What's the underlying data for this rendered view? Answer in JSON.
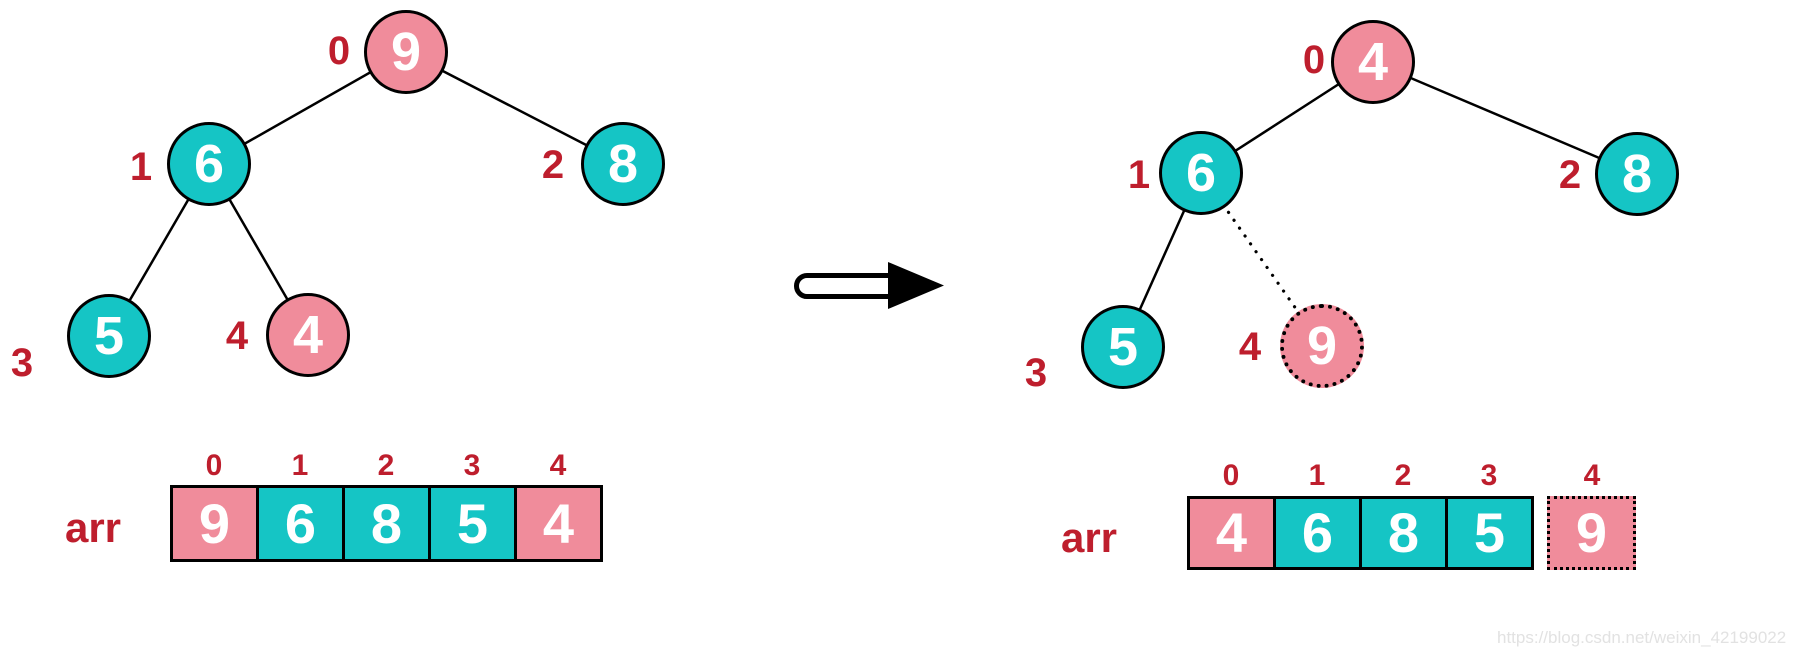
{
  "colors": {
    "node_pink": "#f08c9b",
    "node_teal": "#15c5c5",
    "index_red": "#be1e2d",
    "node_text": "#ffffff",
    "outline_black": "#000000",
    "watermark_gray": "#e2e2e2"
  },
  "icons": {
    "swap_arrow": "right-arrow-icon"
  },
  "left": {
    "tree": {
      "nodes": [
        {
          "index": "0",
          "value": "9",
          "color": "pink",
          "style": "solid"
        },
        {
          "index": "1",
          "value": "6",
          "color": "teal",
          "style": "solid"
        },
        {
          "index": "2",
          "value": "8",
          "color": "teal",
          "style": "solid"
        },
        {
          "index": "3",
          "value": "5",
          "color": "teal",
          "style": "solid"
        },
        {
          "index": "4",
          "value": "4",
          "color": "pink",
          "style": "solid"
        }
      ]
    },
    "array": {
      "label": "arr",
      "index_labels": [
        "0",
        "1",
        "2",
        "3",
        "4"
      ],
      "cells": [
        {
          "value": "9",
          "color": "pink",
          "style": "solid"
        },
        {
          "value": "6",
          "color": "teal",
          "style": "solid"
        },
        {
          "value": "8",
          "color": "teal",
          "style": "solid"
        },
        {
          "value": "5",
          "color": "teal",
          "style": "solid"
        },
        {
          "value": "4",
          "color": "pink",
          "style": "solid"
        }
      ]
    }
  },
  "right": {
    "tree": {
      "nodes": [
        {
          "index": "0",
          "value": "4",
          "color": "pink",
          "style": "solid"
        },
        {
          "index": "1",
          "value": "6",
          "color": "teal",
          "style": "solid"
        },
        {
          "index": "2",
          "value": "8",
          "color": "teal",
          "style": "solid"
        },
        {
          "index": "3",
          "value": "5",
          "color": "teal",
          "style": "solid"
        },
        {
          "index": "4",
          "value": "9",
          "color": "pink",
          "style": "dotted"
        }
      ]
    },
    "array": {
      "label": "arr",
      "index_labels": [
        "0",
        "1",
        "2",
        "3",
        "4"
      ],
      "cells": [
        {
          "value": "4",
          "color": "pink",
          "style": "solid"
        },
        {
          "value": "6",
          "color": "teal",
          "style": "solid"
        },
        {
          "value": "8",
          "color": "teal",
          "style": "solid"
        },
        {
          "value": "5",
          "color": "teal",
          "style": "solid"
        },
        {
          "value": "9",
          "color": "pink",
          "style": "dotted"
        }
      ]
    }
  },
  "watermark": "https://blog.csdn.net/weixin_42199022"
}
